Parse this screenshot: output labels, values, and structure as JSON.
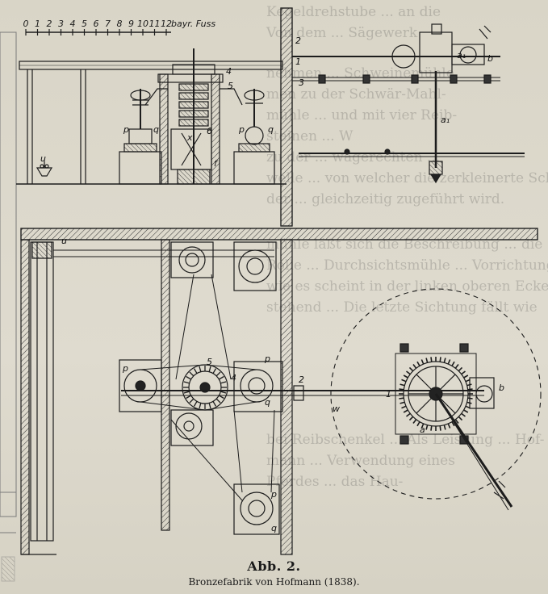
{
  "caption": {
    "title": "Abb. 2.",
    "subtitle": "Bronzefabrik von Hofmann (1838)."
  },
  "scale_bar": {
    "numbers": [
      "0",
      "1",
      "2",
      "3",
      "4",
      "5",
      "6",
      "7",
      "8",
      "9",
      "10",
      "11",
      "12"
    ],
    "unit": "bayr. Fuss"
  },
  "labels": {
    "p": "p",
    "q": "q",
    "u1": "u",
    "u2": "u",
    "x": "x",
    "f": "f",
    "n1": "1",
    "n2": "2",
    "n3": "3",
    "n4": "4",
    "n5": "5",
    "n6": "6",
    "a1": "a₁",
    "a": "a",
    "b": "b",
    "w": "w"
  },
  "bleed_text": [
    "Kegeldrehstube ... an die",
    "Von dem ... Sägewerk",
    "nehmen ... Schweinemühle",
    "men zu der Schwär-Mahl-",
    "mühle ... und mit vier Reib-",
    "steinen ... W",
    "zu der ... wagerechten ... ",
    "welle ... von welcher die zerkleinerte Schwefel-",
    "der ... gleichzeitig zugeführt wird.",
    "mühle läßt sich die Beschreibung ... die",
    "Rolle ... Durchsichtsmühle ... Vorrichtung,",
    "wie es scheint in der linken oberen Ecke des Mahlraumes",
    "stehend ... Die letzte Sichtung fällt wie",
    "bei Reibschenkel ... Als Leistung ... Hof-",
    "mann ... Verwendung eines",
    "Pferdes ... das Hau-"
  ]
}
